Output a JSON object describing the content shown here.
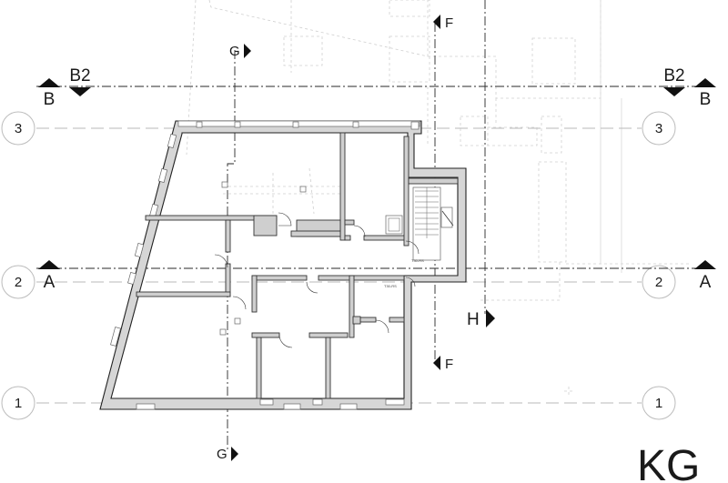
{
  "plan_label": "KG",
  "grid_axes": [
    {
      "id": "axis-3",
      "label": "3"
    },
    {
      "id": "axis-2",
      "label": "2"
    },
    {
      "id": "axis-1",
      "label": "1"
    }
  ],
  "section_markers": {
    "B2_left": "B2",
    "B_left": "B",
    "B2_right": "B2",
    "B_right": "B",
    "A_left": "A",
    "A_right": "A",
    "F_top": "F",
    "F_bottom": "F",
    "G_top": "G",
    "G_bottom": "G",
    "H": "H"
  },
  "room_notes": {
    "note_1": "T30-RS",
    "note_2": "T30-RS"
  },
  "colors": {
    "line": "#222222",
    "wall_fill": "#d6d6d6",
    "ghost": "#cfcfcf",
    "axis": "#b9b9b9"
  }
}
